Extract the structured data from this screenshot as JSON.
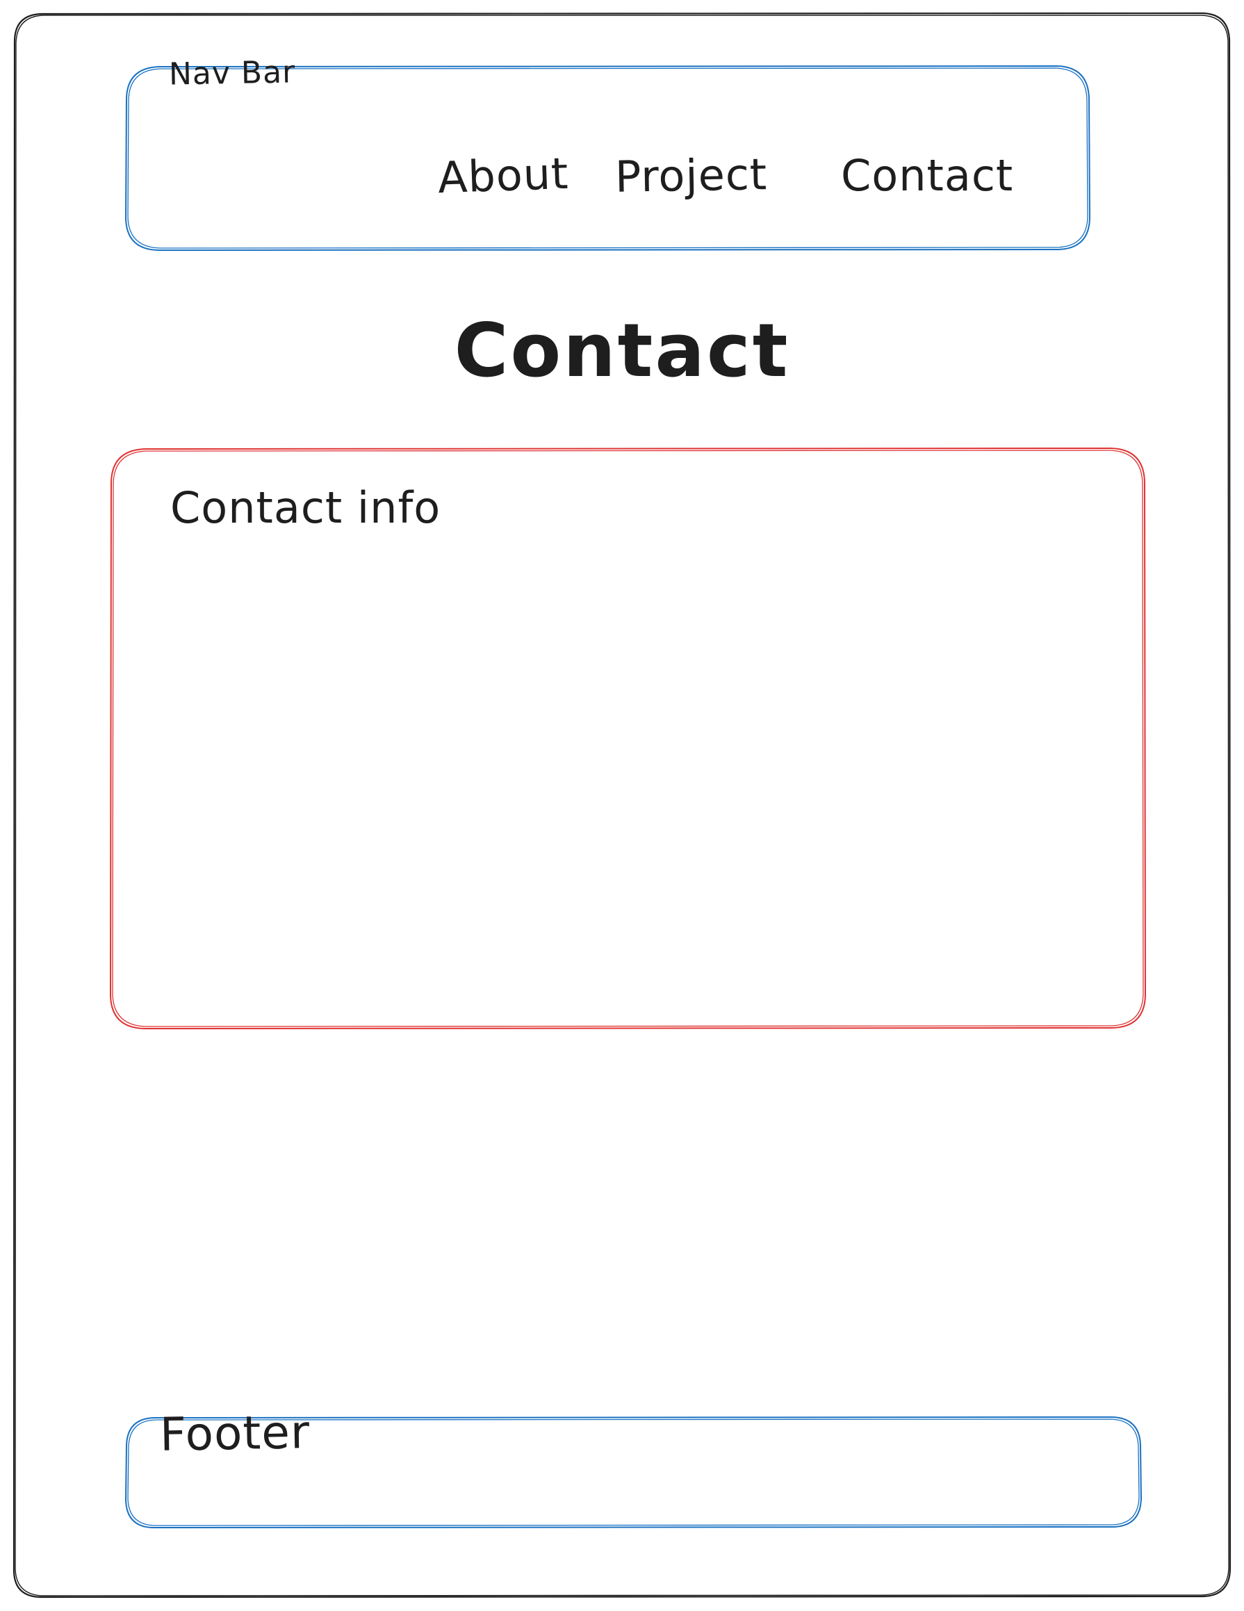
{
  "colors": {
    "frame": "#1e1e1e",
    "nav_bar": "#1971c2",
    "contact_info": "#e03131",
    "footer": "#1971c2",
    "text": "#1e1e1e"
  },
  "nav_bar": {
    "label": "Nav Bar",
    "links": [
      "About",
      "Project",
      "Contact"
    ]
  },
  "main": {
    "title": "Contact",
    "contact_info": {
      "label": "Contact info"
    }
  },
  "footer": {
    "label": "Footer"
  }
}
